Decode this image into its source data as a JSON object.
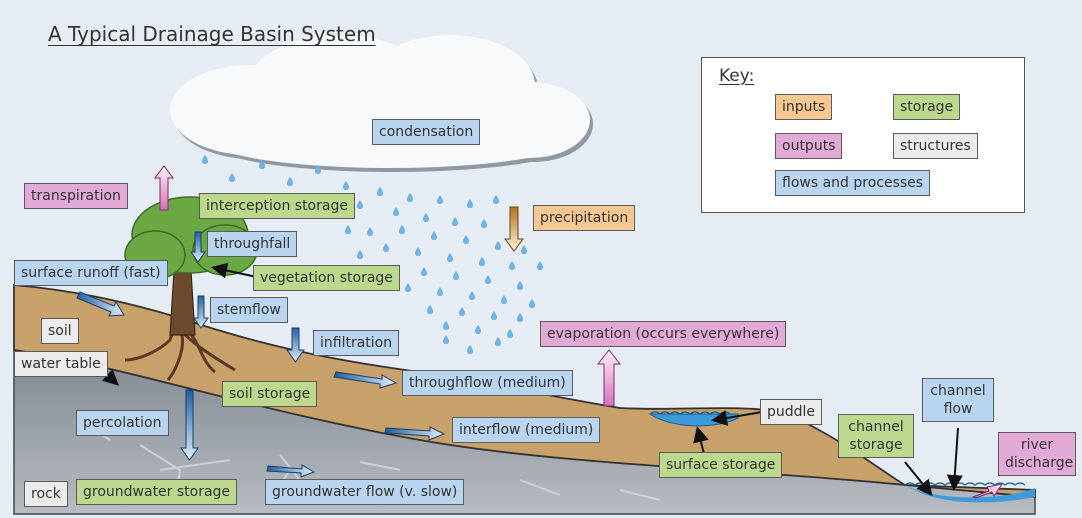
{
  "title": "A Typical Drainage Basin System",
  "key": {
    "title": "Key:",
    "inputs": "inputs",
    "outputs": "outputs",
    "flows": "flows and processes",
    "storage": "storage",
    "structures": "structures"
  },
  "labels": {
    "condensation": "condensation",
    "transpiration": "transpiration",
    "interception_storage": "interception storage",
    "throughfall": "throughfall",
    "precipitation": "precipitation",
    "surface_runoff": "surface runoff (fast)",
    "vegetation_storage": "vegetation storage",
    "stemflow": "stemflow",
    "soil": "soil",
    "infiltration": "infiltration",
    "evaporation": "evaporation (occurs everywhere)",
    "water_table": "water table",
    "throughflow": "throughflow (medium)",
    "soil_storage": "soil storage",
    "percolation": "percolation",
    "interflow": "interflow (medium)",
    "puddle": "puddle",
    "channel_flow": "channel flow",
    "channel_storage": "channel storage",
    "river_discharge": "river discharge",
    "surface_storage": "surface storage",
    "rock": "rock",
    "groundwater_storage": "groundwater storage",
    "groundwater_flow": "groundwater flow (v. slow)"
  },
  "colors": {
    "background": "#e6ecf3",
    "flows": "#b8d4ee",
    "storage": "#bcd88c",
    "structures": "#ebebeb",
    "inputs": "#f7c891",
    "outputs": "#e2a8d6",
    "soil": "#c8a06a",
    "rock": "#8d949b",
    "water": "#4aa3df"
  }
}
